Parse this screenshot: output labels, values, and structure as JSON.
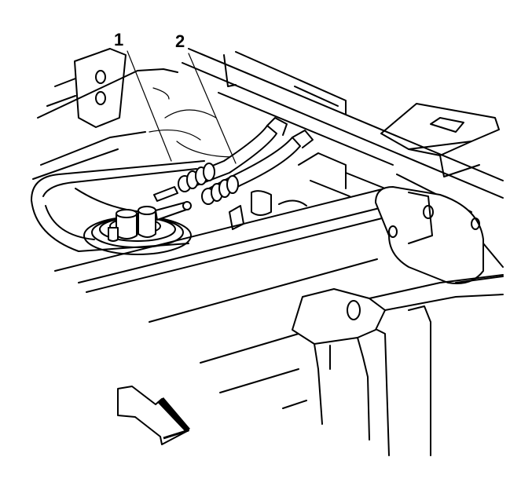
{
  "callouts": [
    {
      "id": "1",
      "label": "1"
    },
    {
      "id": "2",
      "label": "2"
    }
  ],
  "colors": {
    "line": "#000000",
    "background": "#ffffff"
  },
  "icons": {
    "direction_arrow": "front-arrow-icon"
  }
}
